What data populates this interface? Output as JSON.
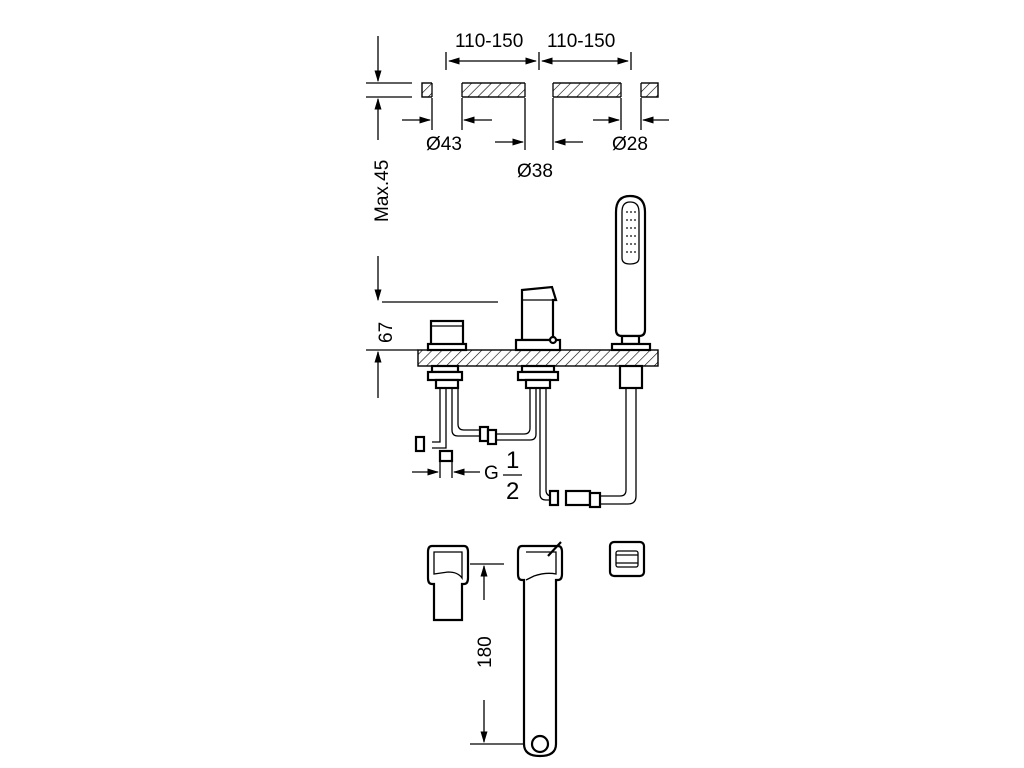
{
  "dimensions": {
    "spacing_left": "110-150",
    "spacing_right": "110-150",
    "hole_left": "Ø43",
    "hole_middle": "Ø38",
    "hole_right": "Ø28",
    "max_thickness": "Max.45",
    "handle_height": "67",
    "thread_prefix": "G",
    "thread_numerator": "1",
    "thread_denominator": "2",
    "spout_projection": "180"
  }
}
